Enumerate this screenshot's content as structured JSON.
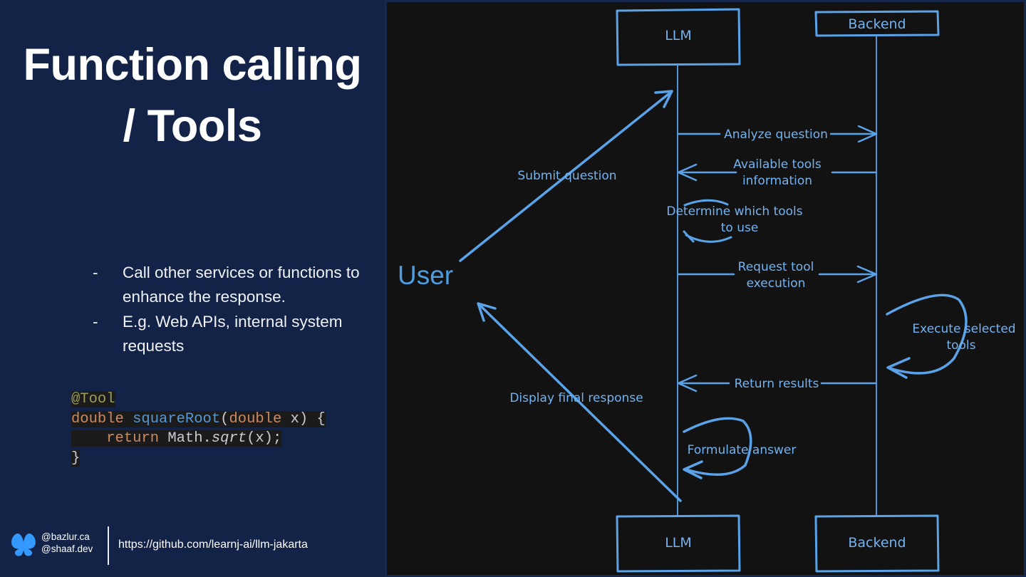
{
  "slide": {
    "title": "Function calling / Tools",
    "background_color": "#122347",
    "accent_color": "#5aa3e8"
  },
  "bullets": [
    {
      "marker": "-",
      "text": "Call other services or functions to enhance the response."
    },
    {
      "marker": "-",
      "text": "E.g. Web APIs, internal system requests"
    }
  ],
  "code": {
    "language": "java",
    "lines": [
      {
        "tokens": [
          {
            "t": "@Tool",
            "c": "anno"
          }
        ]
      },
      {
        "tokens": [
          {
            "t": "double ",
            "c": "kw"
          },
          {
            "t": "squareRoot",
            "c": "fn"
          },
          {
            "t": "(",
            "c": "plain"
          },
          {
            "t": "double",
            "c": "kw"
          },
          {
            "t": " x) {",
            "c": "plain"
          }
        ]
      },
      {
        "tokens": [
          {
            "t": "    ",
            "c": "plain"
          },
          {
            "t": "return",
            "c": "kw"
          },
          {
            "t": " Math.",
            "c": "plain"
          },
          {
            "t": "sqrt",
            "c": "italic"
          },
          {
            "t": "(x);",
            "c": "plain"
          }
        ]
      },
      {
        "tokens": [
          {
            "t": "}",
            "c": "plain"
          }
        ]
      }
    ]
  },
  "footer": {
    "logo_icon": "bluesky-butterfly-icon",
    "handles": [
      "@bazlur.ca",
      "@shaaf.dev"
    ],
    "repo_url": "https://github.com/learnj-ai/llm-jakarta"
  },
  "diagram": {
    "type": "sequence-diagram",
    "style": "hand-drawn",
    "actors": [
      {
        "name": "User",
        "style": "plain-text"
      },
      {
        "name": "LLM",
        "style": "boxed"
      },
      {
        "name": "Backend",
        "style": "boxed"
      }
    ],
    "top_boxes": [
      "LLM",
      "Backend"
    ],
    "bottom_boxes": [
      "LLM",
      "Backend"
    ],
    "messages": [
      {
        "label": "Submit question",
        "from": "User",
        "to": "LLM",
        "kind": "diagonal-arrow"
      },
      {
        "label": "Analyze question",
        "from": "LLM",
        "to": "Backend",
        "kind": "arrow-right"
      },
      {
        "label": "Available tools information",
        "from": "Backend",
        "to": "LLM",
        "kind": "arrow-left"
      },
      {
        "label": "Determine which tools to use",
        "from": "LLM",
        "to": "LLM",
        "kind": "self-loop"
      },
      {
        "label": "Request tool execution",
        "from": "LLM",
        "to": "Backend",
        "kind": "arrow-right"
      },
      {
        "label": "Execute selected tools",
        "from": "Backend",
        "to": "Backend",
        "kind": "self-loop"
      },
      {
        "label": "Return results",
        "from": "Backend",
        "to": "LLM",
        "kind": "arrow-left"
      },
      {
        "label": "Formulate answer",
        "from": "LLM",
        "to": "LLM",
        "kind": "self-loop"
      },
      {
        "label": "Display final response",
        "from": "LLM",
        "to": "User",
        "kind": "diagonal-arrow"
      }
    ]
  }
}
